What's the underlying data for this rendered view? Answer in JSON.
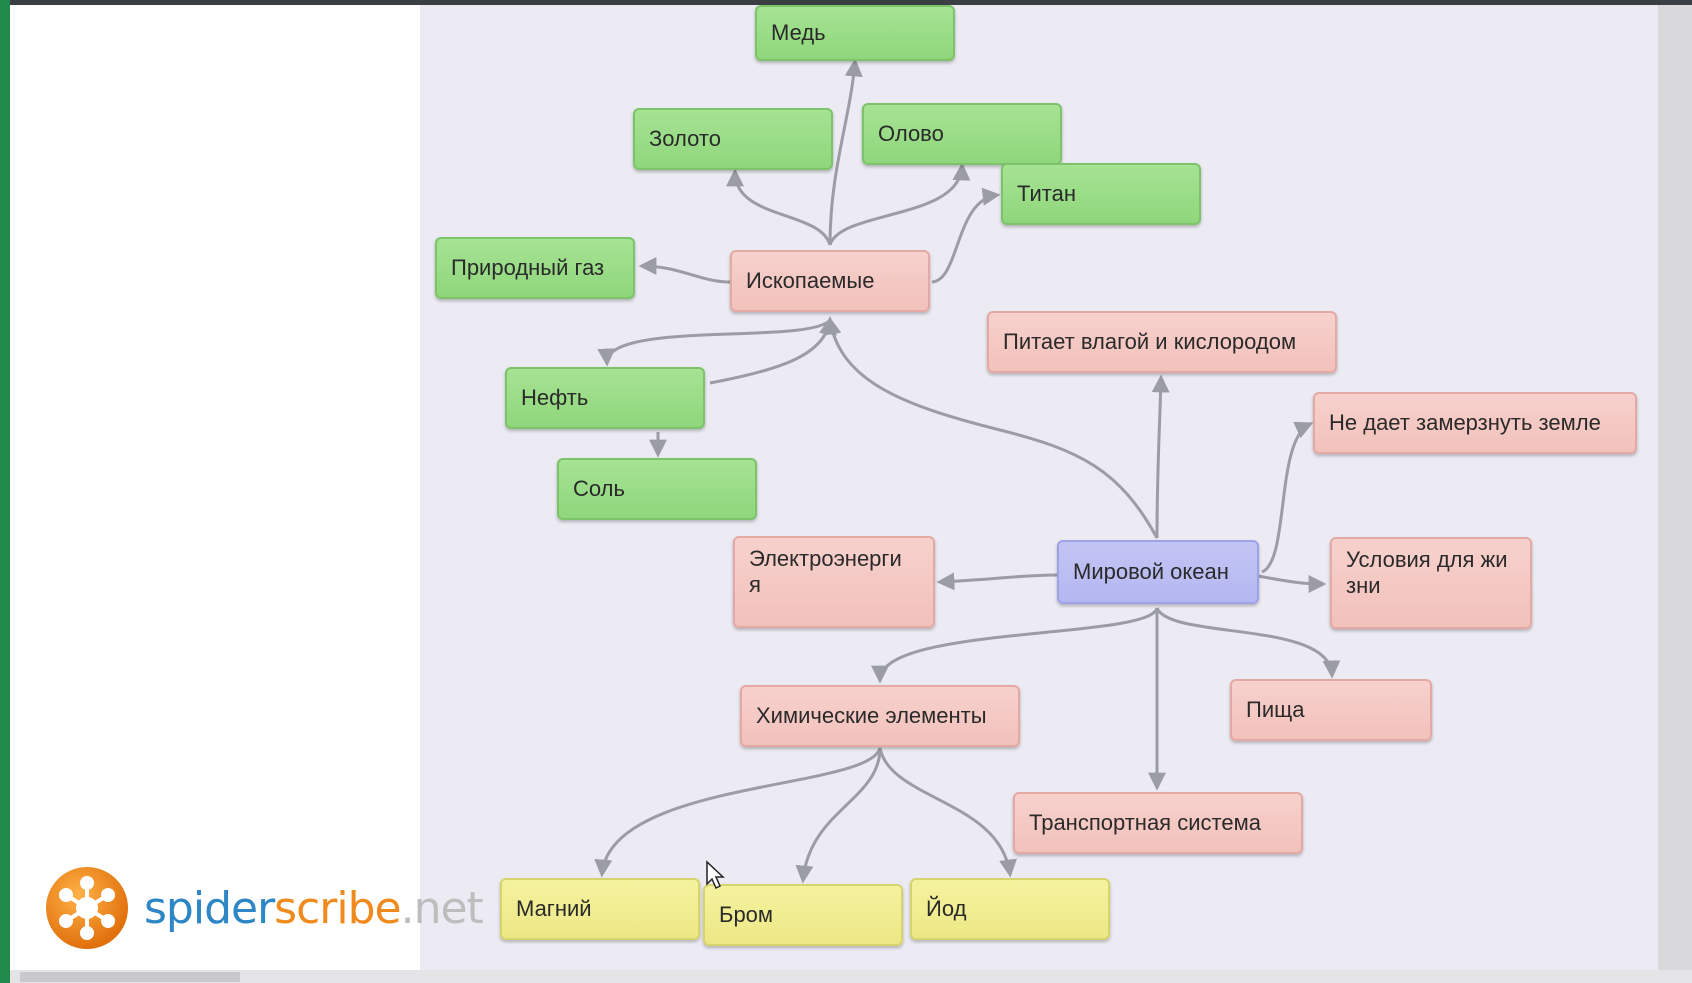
{
  "diagram": {
    "nodes": {
      "copper": "Медь",
      "gold": "Золото",
      "tin": "Олово",
      "titanium": "Титан",
      "natural_gas": "Природный газ",
      "minerals": "Ископаемые",
      "oil": "Нефть",
      "salt": "Соль",
      "moisture": "Питает влагой и кислородом",
      "no_freeze": "Не дает замерзнуть земле",
      "electricity": "Электроэнерги я",
      "world_ocean": "Мировой океан",
      "life": "Условия для жизни",
      "food": "Пища",
      "chemicals": "Химические элементы",
      "transport": "Транспортная система",
      "magnesium": "Магний",
      "bromine": "Бром",
      "iodine": "Йод"
    },
    "colors": {
      "green": "#95d982",
      "pink": "#f4c6c0",
      "blue": "#b8bbf2",
      "yellow": "#efeb8c",
      "edge": "#9c9ca4"
    }
  },
  "logo": {
    "part1": "spider",
    "part2": "scribe",
    "part3": ".net"
  }
}
